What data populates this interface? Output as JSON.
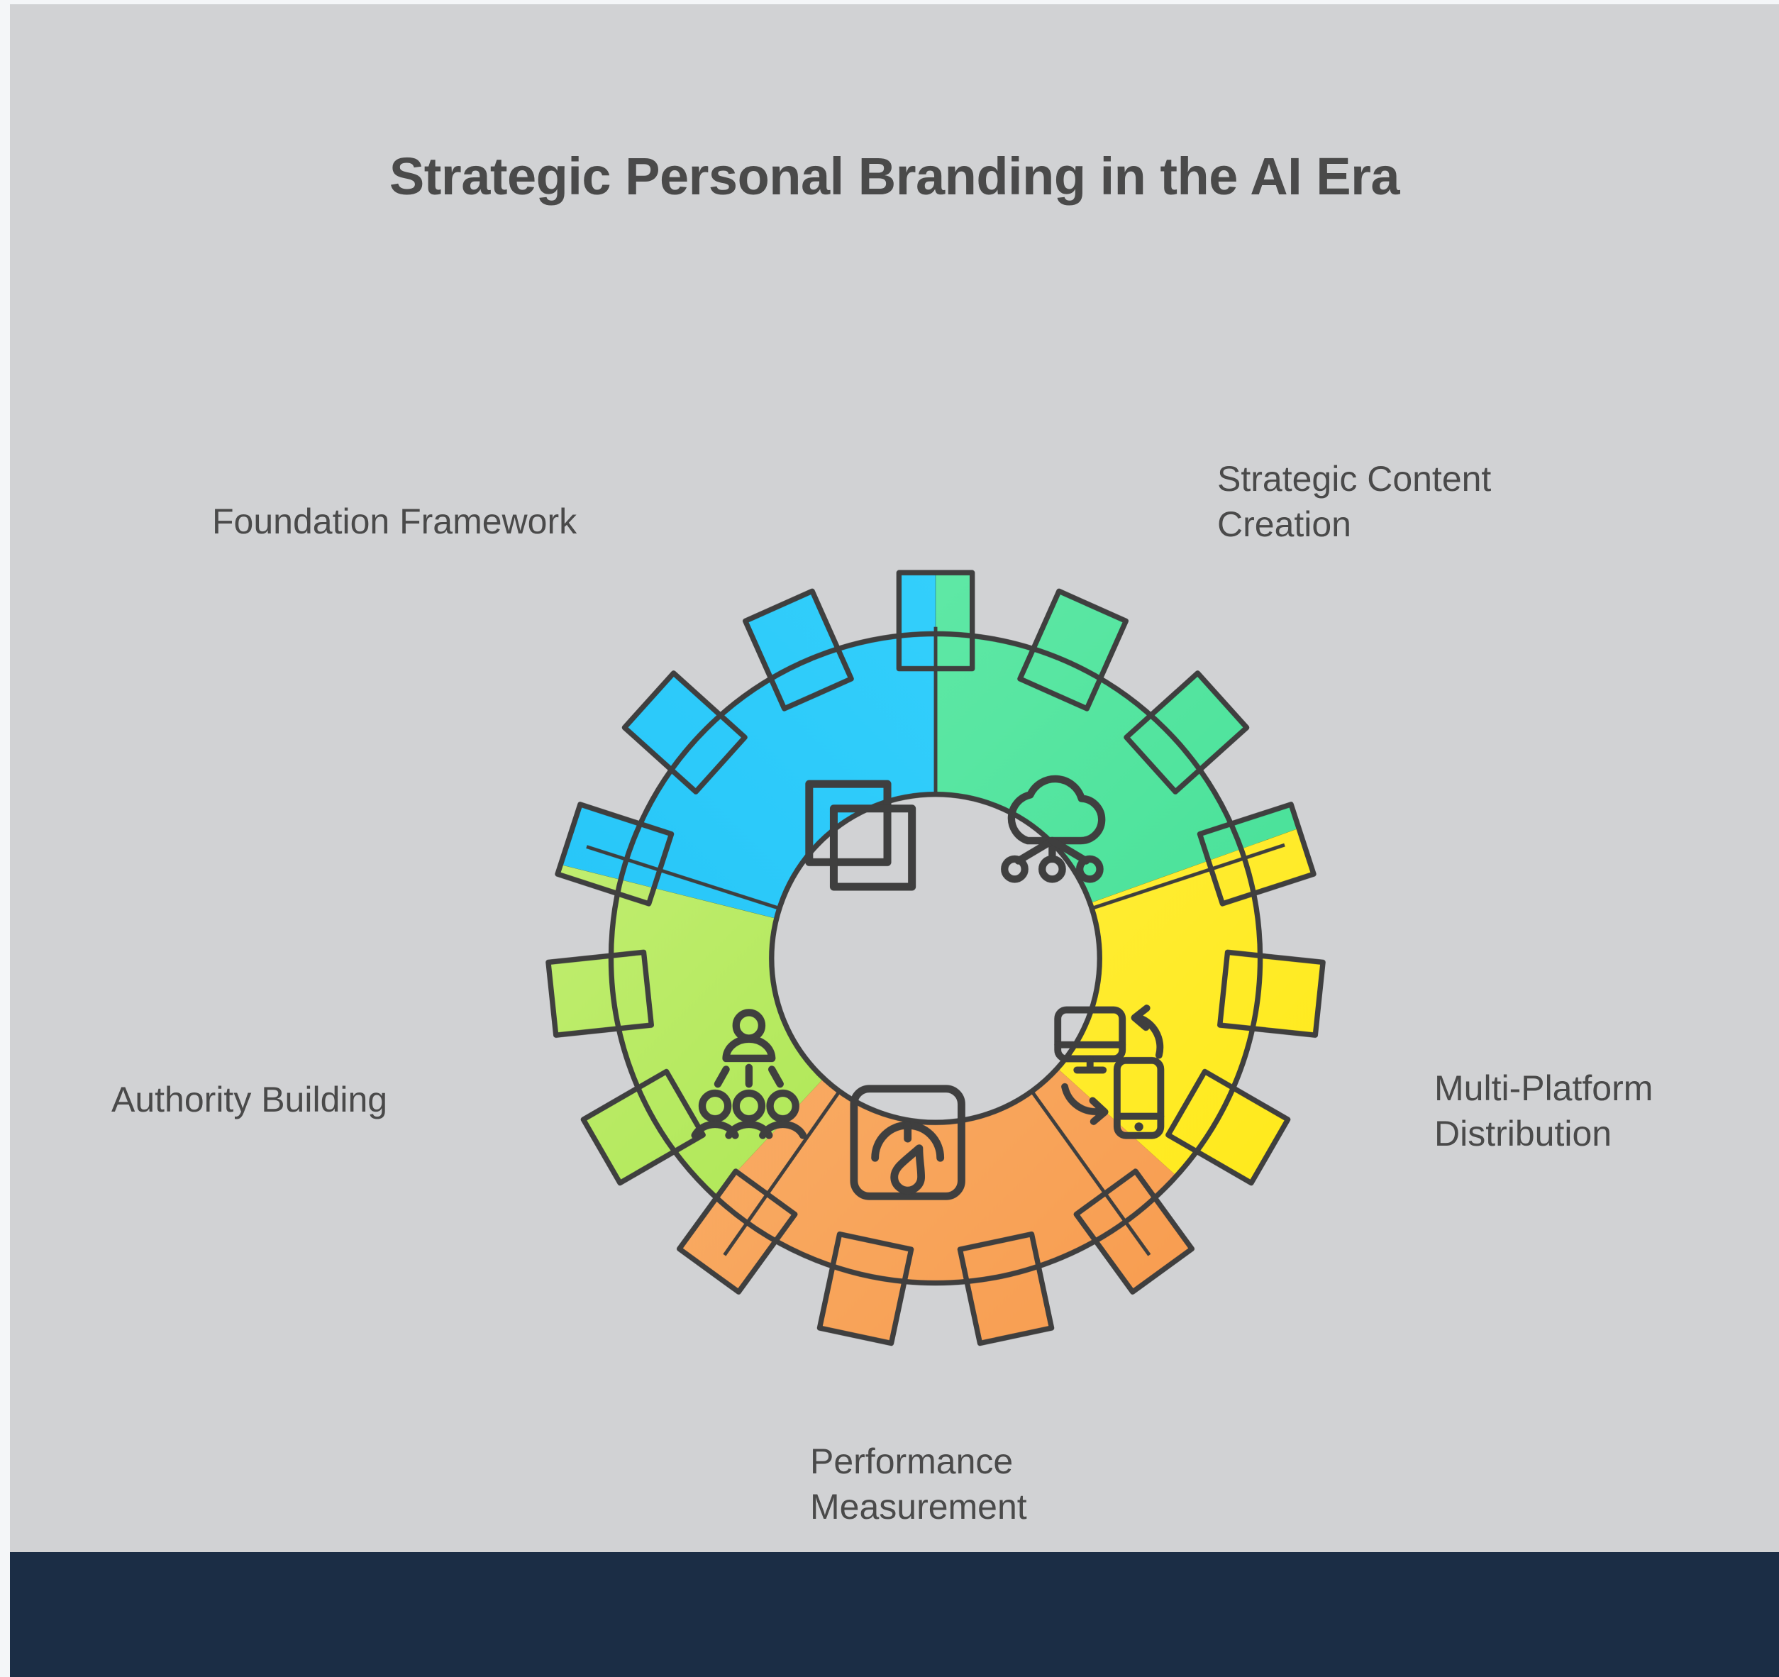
{
  "page": {
    "title": "Strategic Personal Branding in the AI Era",
    "background_color": "#d1d2d4",
    "footer_color": "#1b2d45",
    "text_color": "#4a4a4a"
  },
  "diagram": {
    "type": "gear-wheel",
    "hub_color": "#d1d2d4",
    "outline_color": "#3f3f3f",
    "segment_count": 5,
    "tooth_count": 15,
    "segments": [
      {
        "id": "foundation",
        "label": "Foundation Framework",
        "icon": "overlapping-squares-icon",
        "color_from": "#41D9FF",
        "color_to": "#19BCF5",
        "position": "top-left"
      },
      {
        "id": "content",
        "label": "Strategic Content\nCreation",
        "icon": "cloud-network-icon",
        "color_from": "#79F0B4",
        "color_to": "#2DD98A",
        "position": "top-right"
      },
      {
        "id": "distribution",
        "label": "Multi-Platform\nDistribution",
        "icon": "device-sync-icon",
        "color_from": "#FFF16B",
        "color_to": "#FFE800",
        "position": "right"
      },
      {
        "id": "performance",
        "label": "Performance\nMeasurement",
        "icon": "gauge-icon",
        "color_from": "#FBC183",
        "color_to": "#F7913F",
        "position": "bottom"
      },
      {
        "id": "authority",
        "label": "Authority Building",
        "icon": "org-hierarchy-icon",
        "color_from": "#D5F58E",
        "color_to": "#92DD2B",
        "position": "left"
      }
    ]
  }
}
